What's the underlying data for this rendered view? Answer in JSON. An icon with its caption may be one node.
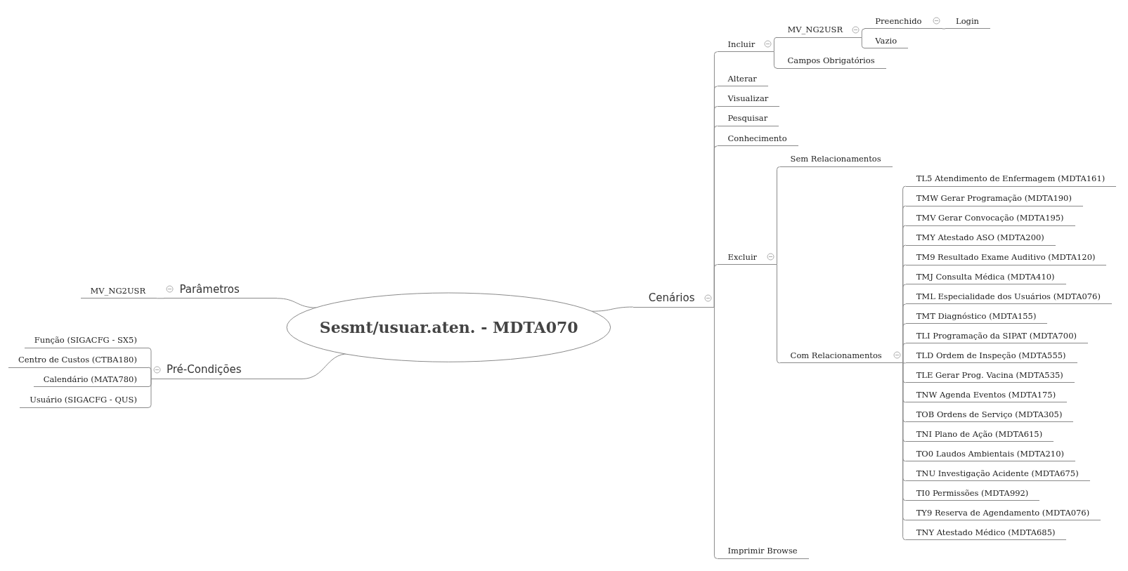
{
  "diagram": {
    "nodes": [
      {
        "text": [
          "Sesmt/usuar.aten. - MDTA070"
        ]
      },
      {
        "text": [
          "Parâmetros"
        ]
      },
      {
        "text": [
          "MV_NG2USR"
        ]
      },
      {
        "text": [
          "Pré-Condições"
        ]
      },
      {
        "text": [
          "Função (SIGACFG - SX5)"
        ]
      },
      {
        "text": [
          "Centro de Custos (CTBA180)"
        ]
      },
      {
        "text": [
          "Calendário (MATA780)"
        ]
      },
      {
        "text": [
          "Usuário (SIGACFG - QUS)"
        ]
      },
      {
        "text": [
          "Cenários"
        ]
      },
      {
        "text": [
          "Incluir"
        ]
      },
      {
        "text": [
          "MV_NG2USR"
        ]
      },
      {
        "text": [
          "Preenchido"
        ]
      },
      {
        "text": [
          "Login"
        ]
      },
      {
        "text": [
          "Vazio"
        ]
      },
      {
        "text": [
          "Campos Obrigatórios"
        ]
      },
      {
        "text": [
          "Alterar"
        ]
      },
      {
        "text": [
          "Visualizar"
        ]
      },
      {
        "text": [
          "Pesquisar"
        ]
      },
      {
        "text": [
          "Conhecimento"
        ]
      },
      {
        "text": [
          "Excluir"
        ]
      },
      {
        "text": [
          "Sem Relacionamentos"
        ]
      },
      {
        "text": [
          "Com Relacionamentos"
        ]
      },
      {
        "text": [
          "TL5 Atendimento de Enfermagem (MDTA161)"
        ]
      },
      {
        "text": [
          "TMW Gerar Programação (MDTA190)"
        ]
      },
      {
        "text": [
          "TMV Gerar Convocação (MDTA195)"
        ]
      },
      {
        "text": [
          "TMY Atestado ASO (MDTA200)"
        ]
      },
      {
        "text": [
          "TM9 Resultado Exame Auditivo (MDTA120)"
        ]
      },
      {
        "text": [
          "TMJ Consulta Médica (MDTA410)"
        ]
      },
      {
        "text": [
          "TML Especialidade dos Usuários (MDTA076)"
        ]
      },
      {
        "text": [
          "TMT Diagnóstico (MDTA155)"
        ]
      },
      {
        "text": [
          "TLI Programação da SIPAT (MDTA700)"
        ]
      },
      {
        "text": [
          "TLD Ordem de Inspeção (MDTA555)"
        ]
      },
      {
        "text": [
          "TLE Gerar Prog. Vacina (MDTA535)"
        ]
      },
      {
        "text": [
          "TNW Agenda Eventos (MDTA175)"
        ]
      },
      {
        "text": [
          "TOB Ordens de Serviço (MDTA305)"
        ]
      },
      {
        "text": [
          "TNI Plano de Ação (MDTA615)"
        ]
      },
      {
        "text": [
          "TO0 Laudos Ambientais (MDTA210)"
        ]
      },
      {
        "text": [
          "TNU Investigação Acidente (MDTA675)"
        ]
      },
      {
        "text": [
          "TI0 Permissões (MDTA992)"
        ]
      },
      {
        "text": [
          "TY9 Reserva de Agendamento (MDTA076)"
        ]
      },
      {
        "text": [
          "TNY Atestado Médico (MDTA685)"
        ]
      },
      {
        "text": [
          "Imprimir Browse"
        ]
      }
    ],
    "edges": [
      {
        "from": 0,
        "to": 1,
        "arrow": "none"
      },
      {
        "from": 1,
        "to": 2,
        "arrow": "none"
      },
      {
        "from": 0,
        "to": 3,
        "arrow": "none"
      },
      {
        "from": 3,
        "to": 4,
        "arrow": "none"
      },
      {
        "from": 3,
        "to": 5,
        "arrow": "none"
      },
      {
        "from": 3,
        "to": 6,
        "arrow": "none"
      },
      {
        "from": 3,
        "to": 7,
        "arrow": "none"
      },
      {
        "from": 0,
        "to": 8,
        "arrow": "none"
      },
      {
        "from": 8,
        "to": 9,
        "arrow": "none"
      },
      {
        "from": 9,
        "to": 10,
        "arrow": "none"
      },
      {
        "from": 10,
        "to": 11,
        "arrow": "none"
      },
      {
        "from": 11,
        "to": 12,
        "arrow": "none"
      },
      {
        "from": 10,
        "to": 13,
        "arrow": "none"
      },
      {
        "from": 9,
        "to": 14,
        "arrow": "none"
      },
      {
        "from": 8,
        "to": 15,
        "arrow": "none"
      },
      {
        "from": 8,
        "to": 16,
        "arrow": "none"
      },
      {
        "from": 8,
        "to": 17,
        "arrow": "none"
      },
      {
        "from": 8,
        "to": 18,
        "arrow": "none"
      },
      {
        "from": 8,
        "to": 19,
        "arrow": "none"
      },
      {
        "from": 19,
        "to": 20,
        "arrow": "none"
      },
      {
        "from": 19,
        "to": 21,
        "arrow": "none"
      },
      {
        "from": 21,
        "to": 22,
        "arrow": "none"
      },
      {
        "from": 21,
        "to": 23,
        "arrow": "none"
      },
      {
        "from": 21,
        "to": 24,
        "arrow": "none"
      },
      {
        "from": 21,
        "to": 25,
        "arrow": "none"
      },
      {
        "from": 21,
        "to": 26,
        "arrow": "none"
      },
      {
        "from": 21,
        "to": 27,
        "arrow": "none"
      },
      {
        "from": 21,
        "to": 28,
        "arrow": "none"
      },
      {
        "from": 21,
        "to": 29,
        "arrow": "none"
      },
      {
        "from": 21,
        "to": 30,
        "arrow": "none"
      },
      {
        "from": 21,
        "to": 31,
        "arrow": "none"
      },
      {
        "from": 21,
        "to": 32,
        "arrow": "none"
      },
      {
        "from": 21,
        "to": 33,
        "arrow": "none"
      },
      {
        "from": 21,
        "to": 34,
        "arrow": "none"
      },
      {
        "from": 21,
        "to": 35,
        "arrow": "none"
      },
      {
        "from": 21,
        "to": 36,
        "arrow": "none"
      },
      {
        "from": 21,
        "to": 37,
        "arrow": "none"
      },
      {
        "from": 21,
        "to": 38,
        "arrow": "none"
      },
      {
        "from": 21,
        "to": 39,
        "arrow": "none"
      },
      {
        "from": 21,
        "to": 40,
        "arrow": "none"
      },
      {
        "from": 8,
        "to": 41,
        "arrow": "none"
      }
    ]
  }
}
